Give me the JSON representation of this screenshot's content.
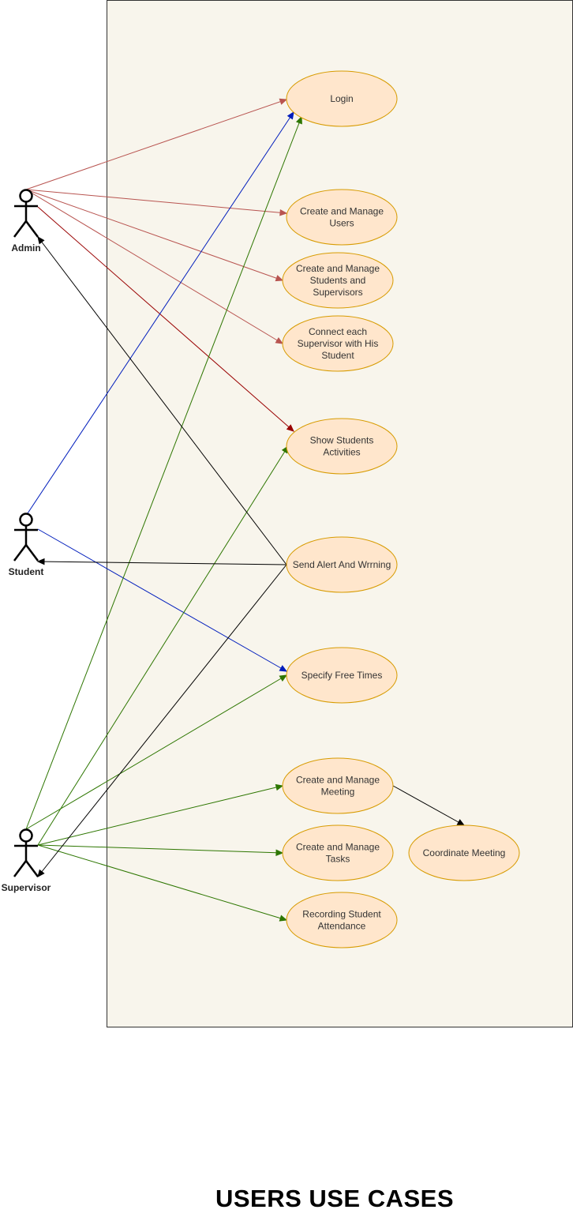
{
  "title": "USERS USE CASES",
  "colors": {
    "system_fill": "#f8f5ec",
    "usecase_fill": "#ffe6cc",
    "usecase_stroke": "#d79b00",
    "admin_link": "#b85450",
    "admin_link_dark": "#990000",
    "student_link": "#001dbc",
    "supervisor_link": "#2d7600",
    "alert_link": "#000000"
  },
  "actors": [
    {
      "id": "admin",
      "label": "Admin"
    },
    {
      "id": "student",
      "label": "Student"
    },
    {
      "id": "supervisor",
      "label": "Supervisor"
    }
  ],
  "use_cases": [
    {
      "id": "login",
      "lines": [
        "Login"
      ]
    },
    {
      "id": "manage-users",
      "lines": [
        "Create and Manage",
        "Users"
      ]
    },
    {
      "id": "manage-students-supervisors",
      "lines": [
        "Create and Manage",
        "Students and",
        "Supervisors"
      ]
    },
    {
      "id": "connect-supervisor",
      "lines": [
        "Connect each",
        "Supervisor with His",
        "Student"
      ]
    },
    {
      "id": "show-activities",
      "lines": [
        "Show Students",
        "Activities"
      ]
    },
    {
      "id": "send-alert",
      "lines": [
        "Send Alert And Wrrning"
      ]
    },
    {
      "id": "free-times",
      "lines": [
        "Specify Free Times"
      ]
    },
    {
      "id": "manage-meeting",
      "lines": [
        "Create and Manage",
        "Meeting"
      ]
    },
    {
      "id": "manage-tasks",
      "lines": [
        "Create and Manage",
        "Tasks"
      ]
    },
    {
      "id": "attendance",
      "lines": [
        "Recording Student",
        "Attendance"
      ]
    },
    {
      "id": "coordinate-meeting",
      "lines": [
        "Coordinate Meeting"
      ]
    }
  ],
  "links": [
    {
      "from": "admin",
      "to": "login",
      "color": "admin_link"
    },
    {
      "from": "admin",
      "to": "manage-users",
      "color": "admin_link"
    },
    {
      "from": "admin",
      "to": "manage-students-supervisors",
      "color": "admin_link"
    },
    {
      "from": "admin",
      "to": "connect-supervisor",
      "color": "admin_link"
    },
    {
      "from": "admin",
      "to": "show-activities",
      "color": "admin_link_dark"
    },
    {
      "from": "student",
      "to": "login",
      "color": "student_link"
    },
    {
      "from": "student",
      "to": "free-times",
      "color": "student_link"
    },
    {
      "from": "supervisor",
      "to": "login",
      "color": "supervisor_link"
    },
    {
      "from": "supervisor",
      "to": "show-activities",
      "color": "supervisor_link"
    },
    {
      "from": "supervisor",
      "to": "free-times",
      "color": "supervisor_link"
    },
    {
      "from": "supervisor",
      "to": "manage-meeting",
      "color": "supervisor_link"
    },
    {
      "from": "supervisor",
      "to": "manage-tasks",
      "color": "supervisor_link"
    },
    {
      "from": "supervisor",
      "to": "attendance",
      "color": "supervisor_link"
    },
    {
      "from": "send-alert",
      "to": "admin",
      "color": "alert_link"
    },
    {
      "from": "send-alert",
      "to": "student",
      "color": "alert_link"
    },
    {
      "from": "send-alert",
      "to": "supervisor",
      "color": "alert_link"
    },
    {
      "from": "manage-meeting",
      "to": "coordinate-meeting",
      "color": "alert_link"
    }
  ]
}
